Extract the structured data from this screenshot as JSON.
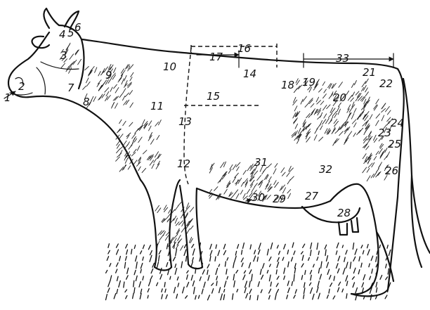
{
  "diagram": {
    "labels": [
      "1",
      "2",
      "3",
      "4",
      "5",
      "6",
      "7",
      "8",
      "9",
      "10",
      "11",
      "12",
      "13",
      "14",
      "15",
      "16",
      "17",
      "18",
      "19",
      "20",
      "21",
      "22",
      "23",
      "24",
      "25",
      "26",
      "27",
      "28",
      "29",
      "30",
      "31",
      "32",
      "33"
    ]
  },
  "colors": {
    "ink": "#111111",
    "paper": "#ffffff"
  }
}
